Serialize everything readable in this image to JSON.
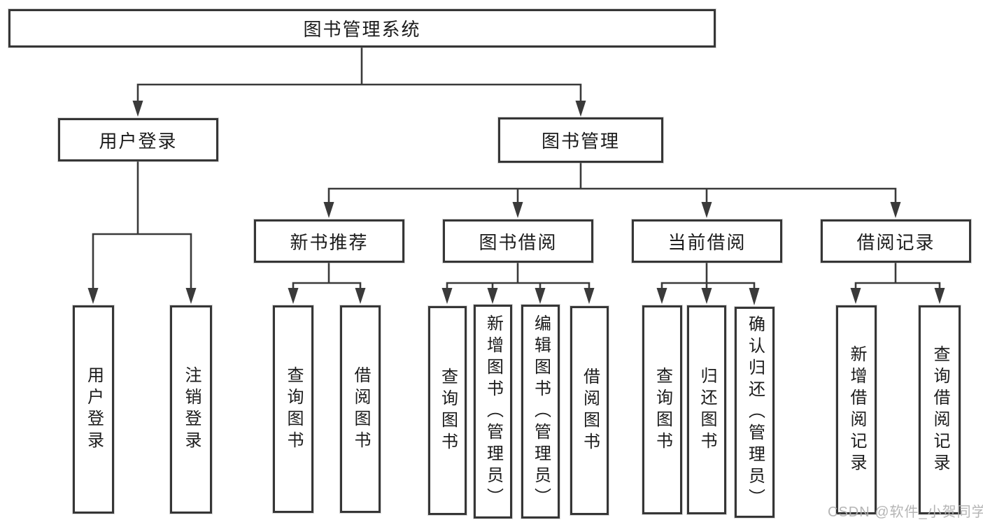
{
  "tree": {
    "label": "图书管理系统",
    "children": [
      {
        "label": "用户登录",
        "children": [
          {
            "label": "用户登录"
          },
          {
            "label": "注销登录"
          }
        ]
      },
      {
        "label": "图书管理",
        "children": [
          {
            "label": "新书推荐",
            "children": [
              {
                "label": "查询图书"
              },
              {
                "label": "借阅图书"
              }
            ]
          },
          {
            "label": "图书借阅",
            "children": [
              {
                "label": "查询图书"
              },
              {
                "label": "新增图书（管理员）"
              },
              {
                "label": "编辑图书（管理员）"
              },
              {
                "label": "借阅图书"
              }
            ]
          },
          {
            "label": "当前借阅",
            "children": [
              {
                "label": "查询图书"
              },
              {
                "label": "归还图书"
              },
              {
                "label": "确认归还（管理员）"
              }
            ]
          },
          {
            "label": "借阅记录",
            "children": [
              {
                "label": "新增借阅记录"
              },
              {
                "label": "查询借阅记录"
              }
            ]
          }
        ]
      }
    ]
  },
  "watermark": {
    "text": "CSDN @软件_小贺同学"
  },
  "colors": {
    "line": "#3a3a3a",
    "box_border": "#363636",
    "text": "#1b1b1b",
    "background": "#ffffff",
    "watermark": "#afafaf"
  }
}
